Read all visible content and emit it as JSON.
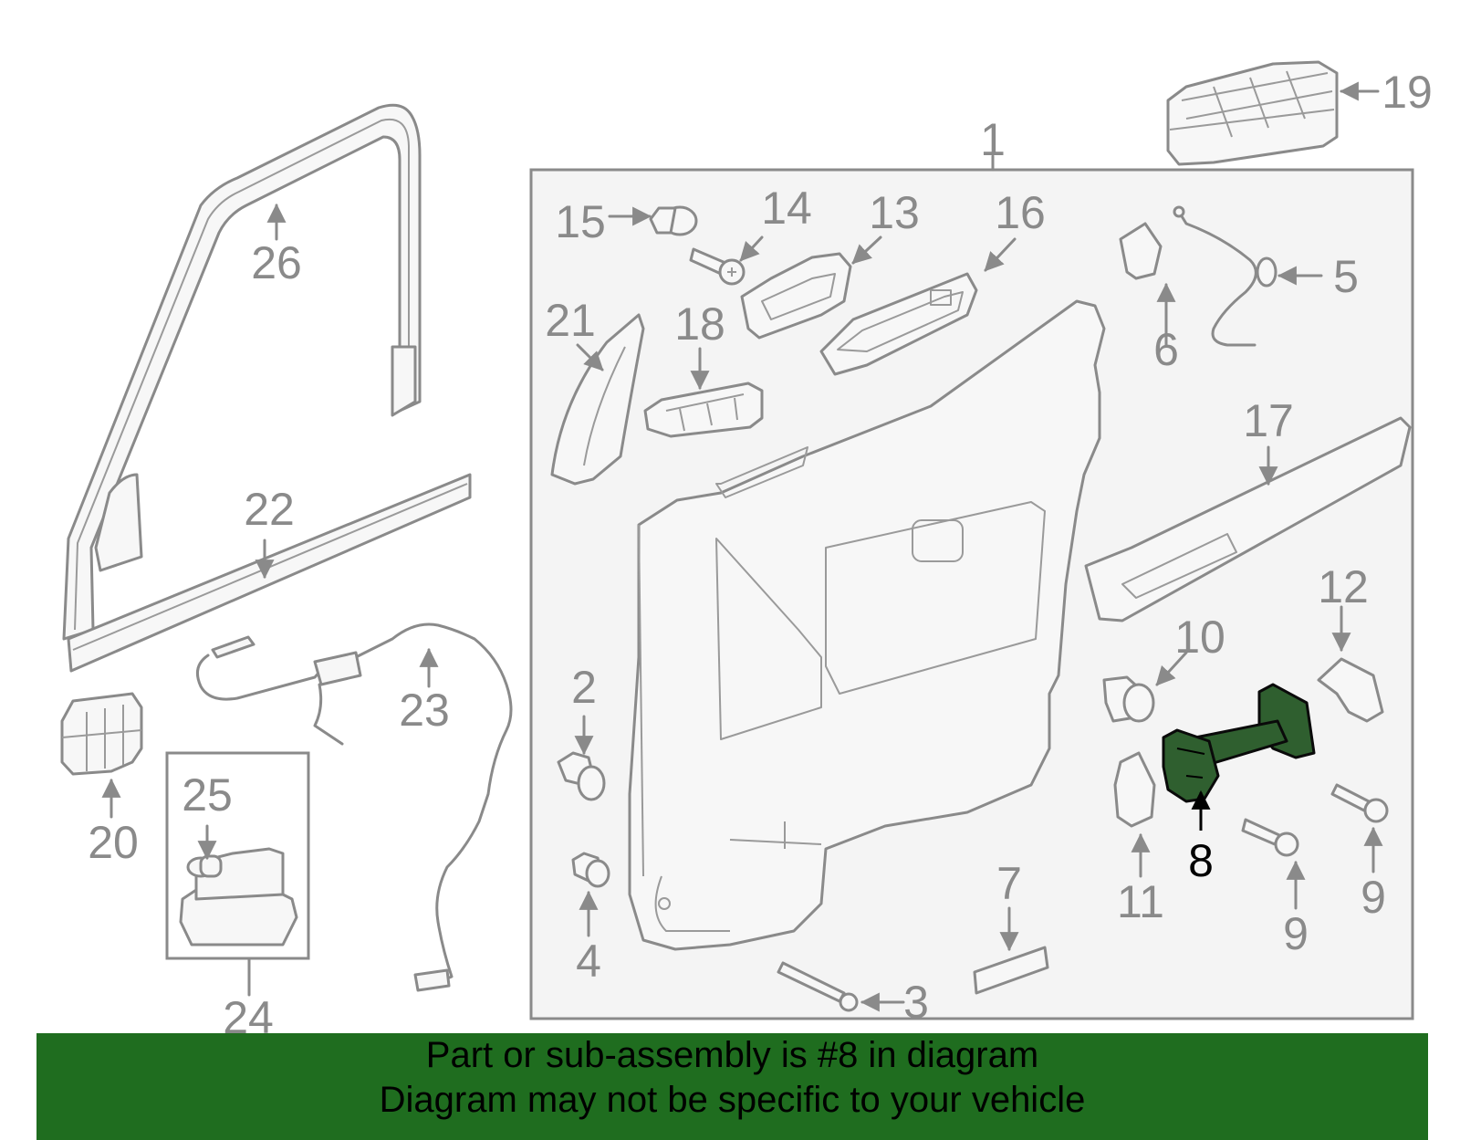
{
  "diagram": {
    "callouts": [
      "1",
      "2",
      "3",
      "4",
      "5",
      "6",
      "7",
      "8",
      "9",
      "9",
      "10",
      "11",
      "12",
      "13",
      "14",
      "15",
      "16",
      "17",
      "18",
      "19",
      "20",
      "21",
      "22",
      "23",
      "24",
      "25",
      "26"
    ],
    "highlighted_part": "8",
    "colors": {
      "line": "#8a8a8a",
      "highlight_fill": "#2f5f2f",
      "banner": "#1f6d1f"
    }
  },
  "banner": {
    "line1": "Part or sub-assembly is #8 in diagram",
    "line2": "Diagram may not be specific to your vehicle"
  }
}
